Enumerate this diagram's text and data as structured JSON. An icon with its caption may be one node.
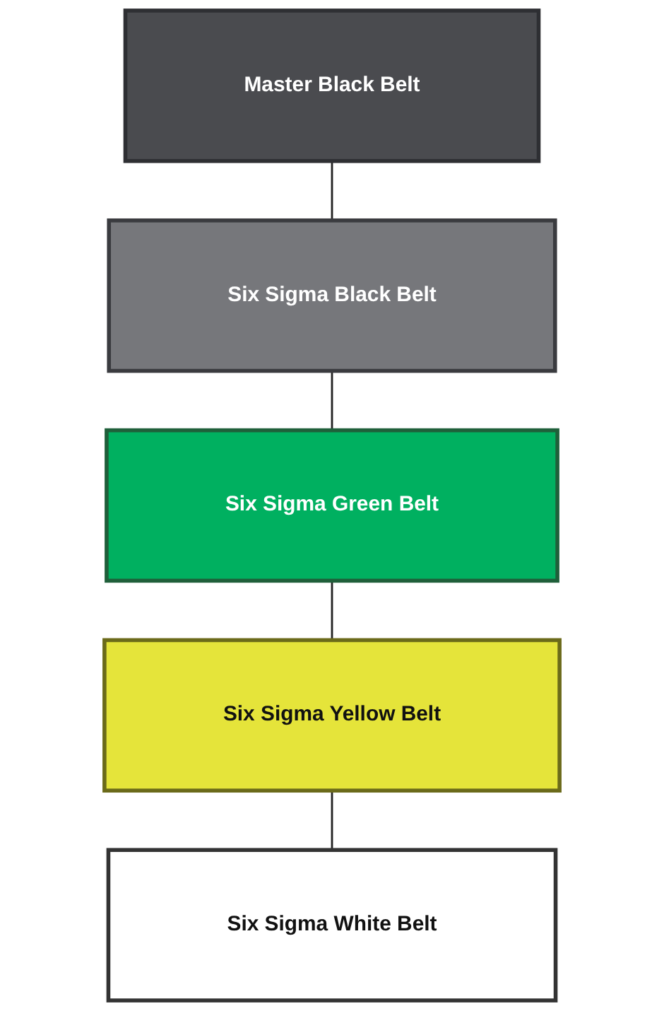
{
  "diagram": {
    "nodes": [
      {
        "text": [
          "Master Black Belt"
        ]
      },
      {
        "text": [
          "Six Sigma Black Belt"
        ]
      },
      {
        "text": [
          "Six Sigma Green Belt"
        ]
      },
      {
        "text": [
          "Six Sigma Yellow Belt"
        ]
      },
      {
        "text": [
          "Six Sigma White Belt"
        ]
      }
    ],
    "edges": [
      {
        "from": 0,
        "to": 1,
        "arrow": "none"
      },
      {
        "from": 1,
        "to": 2,
        "arrow": "none"
      },
      {
        "from": 2,
        "to": 3,
        "arrow": "none"
      },
      {
        "from": 3,
        "to": 4,
        "arrow": "none"
      }
    ]
  }
}
